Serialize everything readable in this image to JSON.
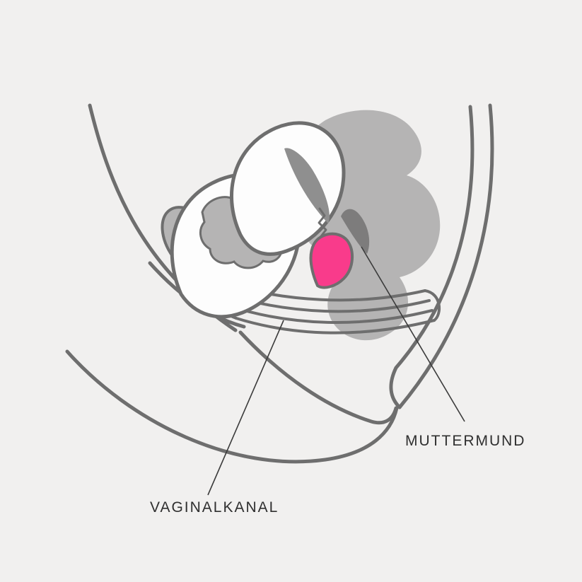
{
  "figure": {
    "type": "anatomical-cross-section-pelvis",
    "labels": [
      {
        "id": "muttermund",
        "text": "MUTTERMUND"
      },
      {
        "id": "vaginalkanal",
        "text": "VAGINALKANAL"
      }
    ]
  },
  "colors": {
    "background": "#F1F0EF",
    "outline": "#6E6E6E",
    "organ_white": "#FDFDFD",
    "organ_fill": "#B5B4B4",
    "organ_fill_dark": "#7D7C7C",
    "cavity_fill": "#8F8F8F",
    "highlight_pink": "#F93B8B",
    "leader_line": "#3B3B3B",
    "label_text": "#2F2F2F"
  }
}
